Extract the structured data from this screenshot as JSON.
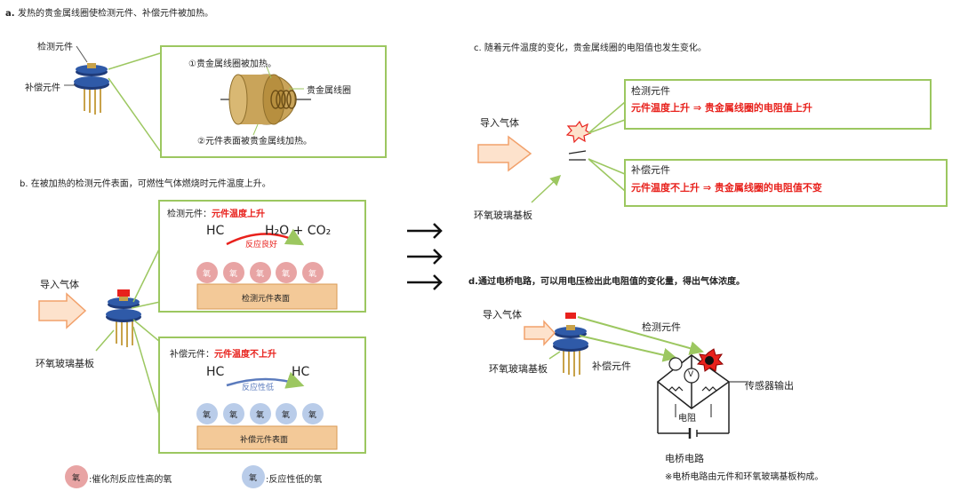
{
  "colors": {
    "green_border": "#9cc760",
    "red_text": "#e8211c",
    "arrow_fill": "#fde2cc",
    "arrow_stroke": "#f2a16b",
    "coil_gold": "#c9a45a",
    "surface_tan": "#f3c998",
    "pink_oxygen": "#e8a4a4",
    "blue_oxygen": "#b9cce9"
  },
  "panel_a": {
    "title_prefix": "a.",
    "title": "发热的贵金属线圈使检测元件、补偿元件被加热。",
    "label_detect": "检测元件",
    "label_comp": "补偿元件",
    "note1": "①贵金属线圈被加热。",
    "note_coil": "贵金属线圈",
    "note2": "②元件表面被贵金属线加热。"
  },
  "panel_b": {
    "title": "b. 在被加热的检测元件表面，可燃性气体燃烧时元件温度上升。",
    "gas_in": "导入气体",
    "substrate": "环氧玻璃基板",
    "detect_title": "检测元件：",
    "detect_status": "元件温度上升",
    "hc": "HC",
    "products": "H₂O + CO₂",
    "reaction_good": "反应良好",
    "detect_surface": "检测元件表面",
    "comp_title": "补偿元件：",
    "comp_status": "元件温度不上升",
    "hc_left": "HC",
    "hc_right": "HC",
    "reaction_low": "反应性低",
    "comp_surface": "补偿元件表面",
    "oxygen": "氧",
    "legend_high": ":催化剂反应性高的氧",
    "legend_low": ":反应性低的氧"
  },
  "panel_c": {
    "title": "c. 随着元件温度的变化，贵金属线圈的电阻值也发生变化。",
    "gas_in": "导入气体",
    "substrate": "环氧玻璃基板",
    "detect_title": "检测元件",
    "detect_line": "元件温度上升   ⇒   贵金属线圈的电阻值上升",
    "comp_title": "补偿元件",
    "comp_line": "元件温度不上升   ⇒   贵金属线圈的电阻值不变"
  },
  "panel_d": {
    "title": "d.通过电桥电路，可以用电压检出此电阻值的变化量，得出气体浓度。",
    "gas_in": "导入气体",
    "detect": "检测元件",
    "substrate": "环氧玻璃基板",
    "comp": "补偿元件",
    "sensor_out": "传感器输出",
    "resistor": "电阻",
    "bridge": "电桥电路",
    "note": "※电桥电路由元件和环氧玻璃基板构成。",
    "voltmeter": "V"
  }
}
